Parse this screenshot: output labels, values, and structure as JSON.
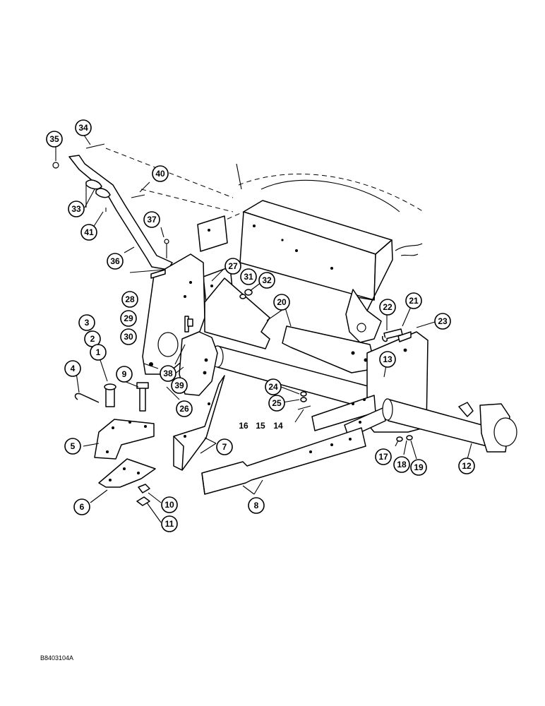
{
  "figure_id": "B8403104A",
  "callouts": [
    {
      "label": "34"
    },
    {
      "label": "35"
    },
    {
      "label": "40"
    },
    {
      "label": "33"
    },
    {
      "label": "41"
    },
    {
      "label": "37"
    },
    {
      "label": "36"
    },
    {
      "label": "27"
    },
    {
      "label": "31"
    },
    {
      "label": "32"
    },
    {
      "label": "28"
    },
    {
      "label": "29"
    },
    {
      "label": "30"
    },
    {
      "label": "20"
    },
    {
      "label": "22"
    },
    {
      "label": "21"
    },
    {
      "label": "23"
    },
    {
      "label": "3"
    },
    {
      "label": "2"
    },
    {
      "label": "1"
    },
    {
      "label": "9"
    },
    {
      "label": "4"
    },
    {
      "label": "26"
    },
    {
      "label": "38"
    },
    {
      "label": "39"
    },
    {
      "label": "13"
    },
    {
      "label": "24"
    },
    {
      "label": "25"
    },
    {
      "label": "16"
    },
    {
      "label": "15"
    },
    {
      "label": "14"
    },
    {
      "label": "7"
    },
    {
      "label": "5"
    },
    {
      "label": "17"
    },
    {
      "label": "18"
    },
    {
      "label": "19"
    },
    {
      "label": "12"
    },
    {
      "label": "6"
    },
    {
      "label": "10"
    },
    {
      "label": "11"
    },
    {
      "label": "8"
    }
  ]
}
